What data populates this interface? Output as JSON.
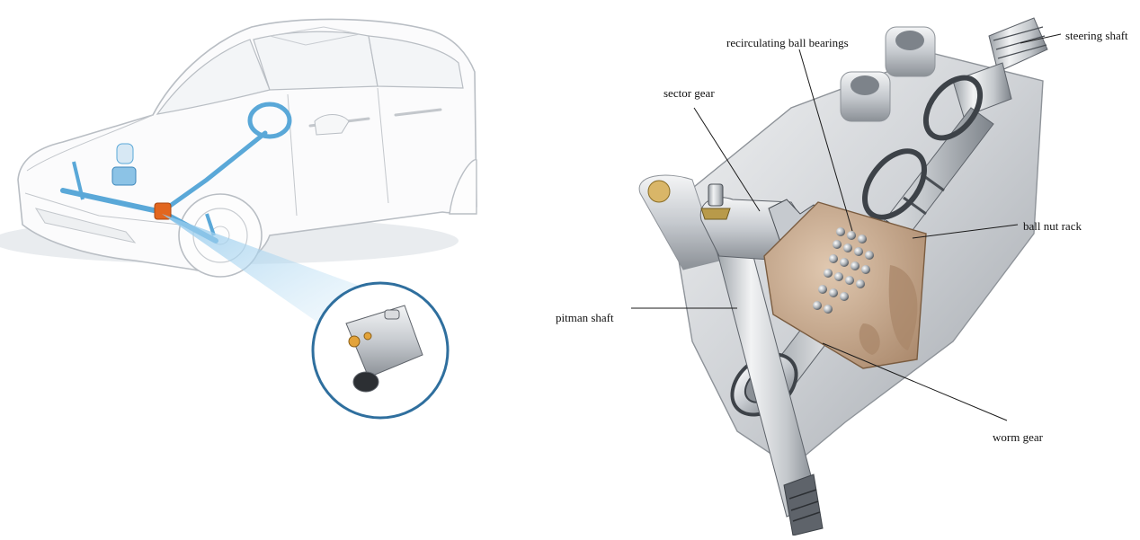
{
  "figure": {
    "car_illustration": "car-with-steering-system",
    "gearbox_illustration": "recirculating-ball-steering-gearbox-cutaway"
  },
  "labels": {
    "recirculating_ball_bearings": "recirculating ball bearings",
    "steering_shaft": "steering shaft",
    "sector_gear": "sector gear",
    "ball_nut_rack": "ball nut rack",
    "pitman_shaft": "pitman shaft",
    "worm_gear": "worm gear"
  },
  "colors": {
    "car_outline": "#b9bec4",
    "steering_blue": "#5aa8d8",
    "highlight_orange": "#e2661f",
    "zoom_ring": "#2f6f9e",
    "metal_light": "#e4e6e8",
    "metal_mid": "#b7bbc0",
    "metal_dark": "#5e636a",
    "ball_nut": "#c9aa8c"
  }
}
